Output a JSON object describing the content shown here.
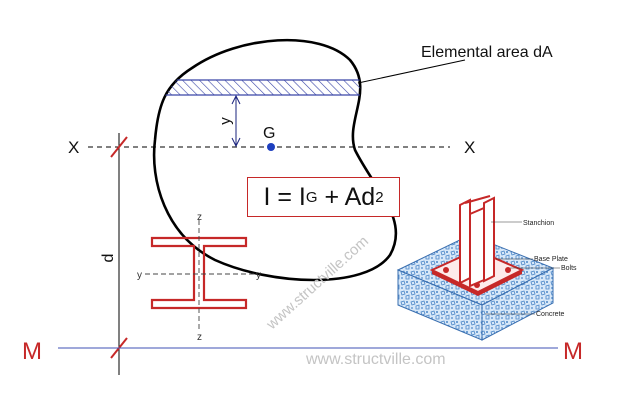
{
  "labels": {
    "elemental_area": "Elemental area dA",
    "x_left": "X",
    "x_right": "X",
    "m_left": "M",
    "m_right": "M",
    "centroid": "G",
    "y_dim": "y",
    "d_dim": "d",
    "section_y_left": "y",
    "section_y_right": "y",
    "section_z_top": "z",
    "section_z_bottom": "z"
  },
  "formula": {
    "lhs": "I = I",
    "sub": "G",
    "plus": " + Ad",
    "sup": "2"
  },
  "base_plate": {
    "stanchion": "Stanchion",
    "base_plate": "Base Plate",
    "bolts": "Bolts",
    "concrete": "Concrete"
  },
  "watermarks": {
    "diagonal": "www.structville.com",
    "bottom": "www.structville.com"
  },
  "colors": {
    "accent_red": "#c62828",
    "axis_blue": "#3f51b5",
    "centroid_blue": "#1e3fbf",
    "concrete_blue": "#6fa8dc"
  }
}
